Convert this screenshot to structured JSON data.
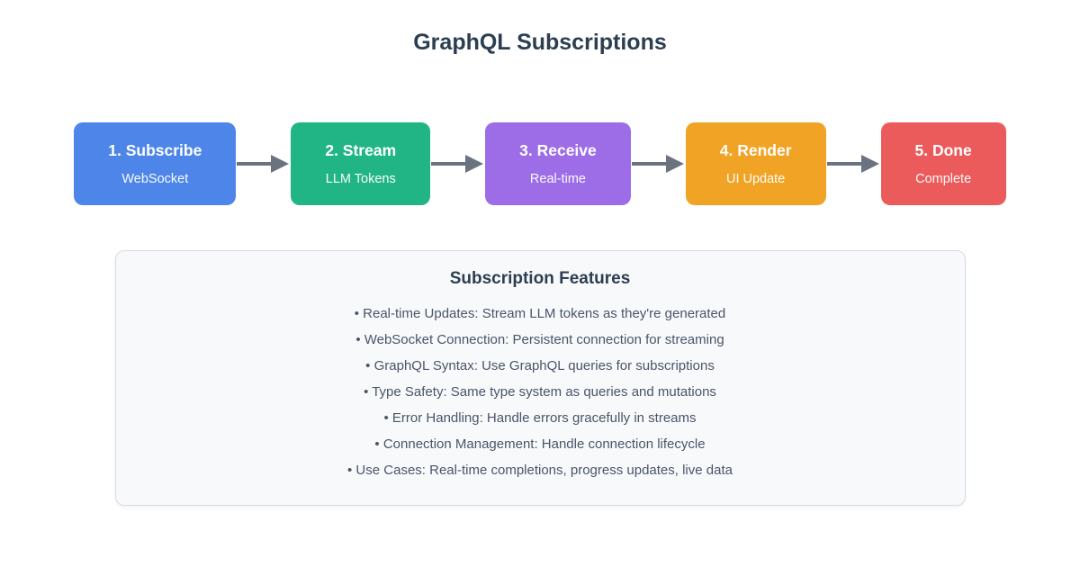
{
  "title": "GraphQL Subscriptions",
  "steps": [
    {
      "label": "1. Subscribe",
      "sublabel": "WebSocket",
      "color": "#4d86e8"
    },
    {
      "label": "2. Stream",
      "sublabel": "LLM Tokens",
      "color": "#21b585"
    },
    {
      "label": "3. Receive",
      "sublabel": "Real-time",
      "color": "#9c6de7"
    },
    {
      "label": "4. Render",
      "sublabel": "UI Update",
      "color": "#f0a324"
    },
    {
      "label": "5. Done",
      "sublabel": "Complete",
      "color": "#eb5b5b"
    }
  ],
  "icons": {
    "flow_arrow": "arrow-right-icon"
  },
  "features": {
    "title": "Subscription Features",
    "bullet_char": "•",
    "items": [
      "Real-time Updates: Stream LLM tokens as they're generated",
      "WebSocket Connection: Persistent connection for streaming",
      "GraphQL Syntax: Use GraphQL queries for subscriptions",
      "Type Safety: Same type system as queries and mutations",
      "Error Handling: Handle errors gracefully in streams",
      "Connection Management: Handle connection lifecycle",
      "Use Cases: Real-time completions, progress updates, live data"
    ]
  },
  "colors": {
    "title_text": "#2c3e50",
    "body_text": "#4a5568",
    "panel_bg": "#f8f9fb",
    "panel_border": "#d8dce3",
    "arrow": "#6b7280",
    "step_text": "#ffffff"
  }
}
